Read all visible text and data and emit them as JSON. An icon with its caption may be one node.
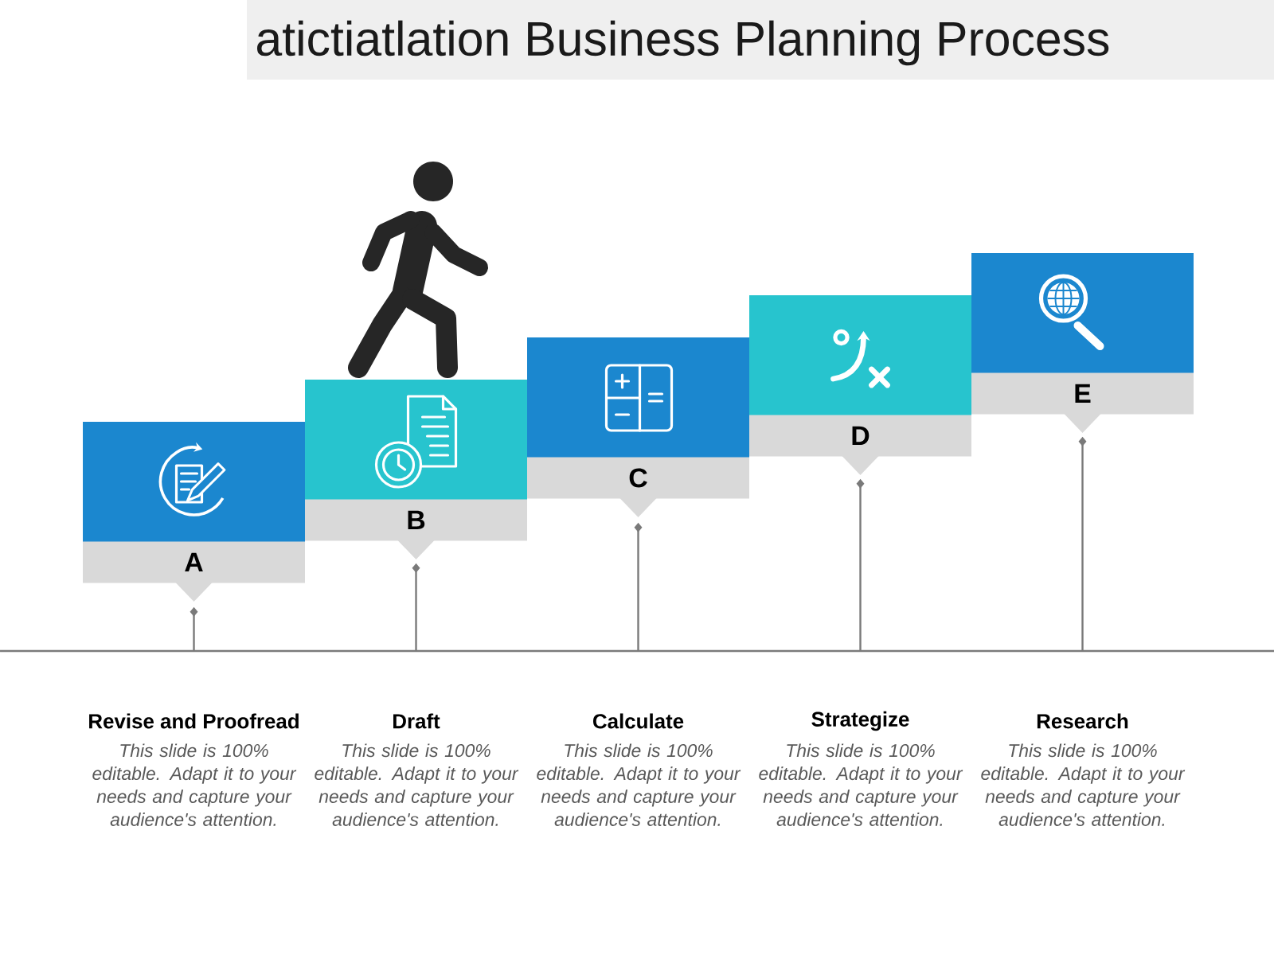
{
  "diagram": {
    "title": "atictiatlation Business Planning Process",
    "nodes": [
      {
        "text": [
          "A"
        ]
      },
      {
        "text": [
          "B"
        ]
      },
      {
        "text": [
          "C"
        ]
      },
      {
        "text": [
          "D"
        ]
      },
      {
        "text": [
          "E"
        ]
      }
    ],
    "edges": [
      {
        "from": 0,
        "to": null,
        "arrow": "other"
      },
      {
        "from": 1,
        "to": null,
        "arrow": "other"
      },
      {
        "from": 2,
        "to": null,
        "arrow": "other"
      },
      {
        "from": 3,
        "to": null,
        "arrow": "other"
      },
      {
        "from": 4,
        "to": null,
        "arrow": "other"
      }
    ],
    "labels": [
      "Revise and Proofread",
      "This slide is 100% editable. Adapt it to your needs and capture your audience's attention.",
      "Draft",
      "This slide is 100% editable. Adapt it to your needs and capture your audience's attention.",
      "Calculate",
      "This slide is 100% editable. Adapt it to your needs and capture your audience's attention.",
      "Strategize",
      "This slide is 100% editable. Adapt it to your needs and capture your audience's attention.",
      "Research",
      "This slide is 100% editable. Adapt it to your needs and capture your audience's attention."
    ]
  }
}
